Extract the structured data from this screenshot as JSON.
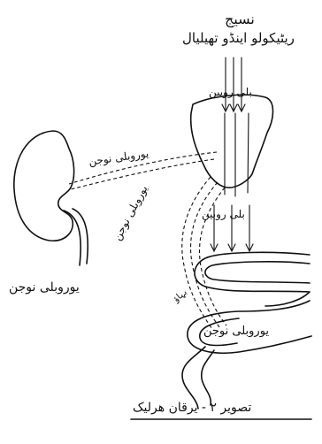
{
  "labels": {
    "tissue": "نسیج",
    "reticuloendothelial": "ریٹیکولو اینڈو تھیلیال",
    "bilirubin_top": "بلی روبین",
    "urobilinogen_liver": "یوروبلی نوجن",
    "bilirubin_middle": "بلی روبین",
    "urobilinogen_portal": "یوروبلی نوجن",
    "urobilinogen_kidney": "یوروبلی نوجن",
    "bile_mark": "بہاؤ",
    "urobilinogen_intestine": "یوروبلی نوجن",
    "caption": "تصویر ۲ - یرقان ھرلیک"
  }
}
